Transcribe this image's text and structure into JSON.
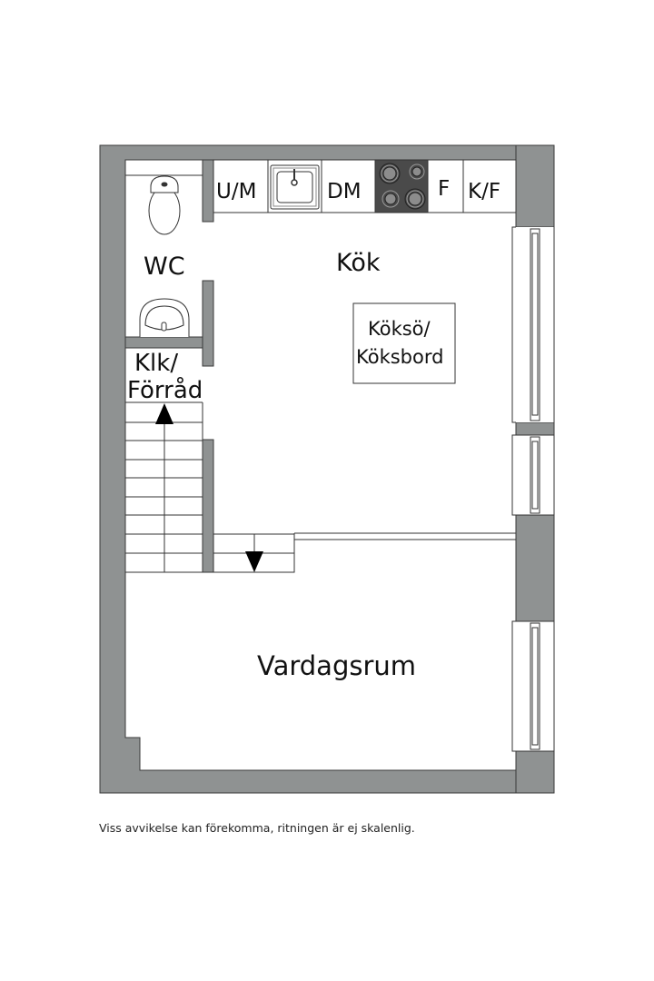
{
  "floorplan": {
    "colors": {
      "wall": "#8f9292",
      "wall_stroke": "#3a3a3a",
      "line": "#333333",
      "stove": "#4a4a4a",
      "burner": "#8c8c8c",
      "text": "#111111"
    },
    "rooms": {
      "wc": "WC",
      "kitchen": "Kök",
      "closet_line1": "Klk/",
      "closet_line2": "Förråd",
      "living": "Vardagsrum"
    },
    "kitchen_units": {
      "um": "U/M",
      "dm": "DM",
      "f": "F",
      "kf": "K/F"
    },
    "island": {
      "line1": "Köksö/",
      "line2": "Köksbord"
    },
    "disclaimer": "Viss avvikelse kan förekomma, ritningen är ej skalenlig."
  }
}
